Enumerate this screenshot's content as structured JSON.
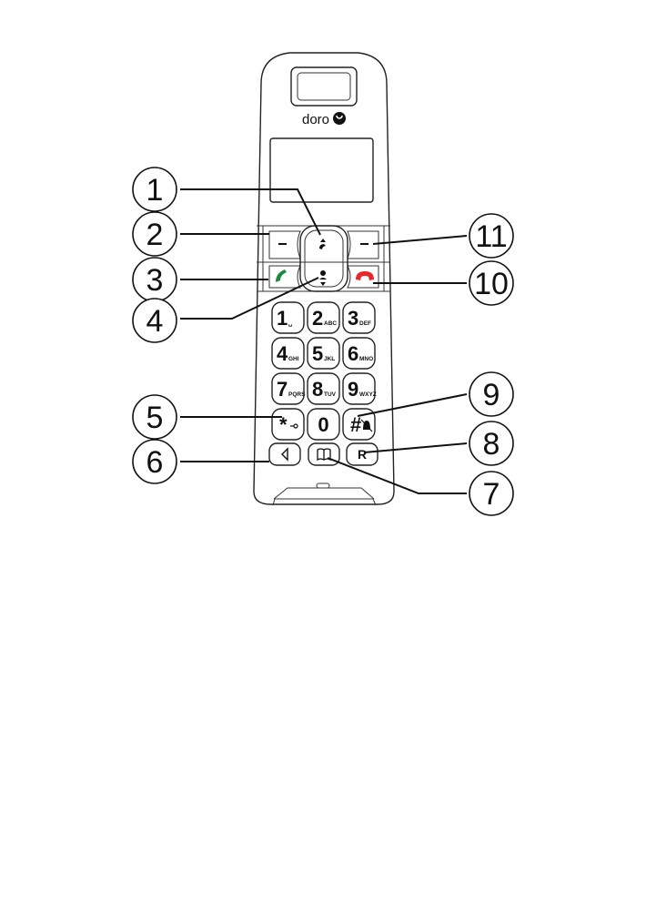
{
  "brand": {
    "name": "doro"
  },
  "keypad": [
    {
      "digit": "1",
      "letters": "␣"
    },
    {
      "digit": "2",
      "letters": "ABC"
    },
    {
      "digit": "3",
      "letters": "DEF"
    },
    {
      "digit": "4",
      "letters": "GHI"
    },
    {
      "digit": "5",
      "letters": "JKL"
    },
    {
      "digit": "6",
      "letters": "MNO"
    },
    {
      "digit": "7",
      "letters": "PQRS"
    },
    {
      "digit": "8",
      "letters": "TUV"
    },
    {
      "digit": "9",
      "letters": "WXYZ"
    },
    {
      "digit": "*",
      "letters": ""
    },
    {
      "digit": "0",
      "letters": ""
    },
    {
      "digit": "#",
      "letters": ""
    }
  ],
  "r_key": {
    "label": "R"
  },
  "callouts": [
    "1",
    "2",
    "3",
    "4",
    "5",
    "6",
    "7",
    "8",
    "9",
    "10",
    "11"
  ],
  "colors": {
    "call_green": "#1a8a3a",
    "end_red": "#e8262b",
    "outline": "#222222"
  }
}
